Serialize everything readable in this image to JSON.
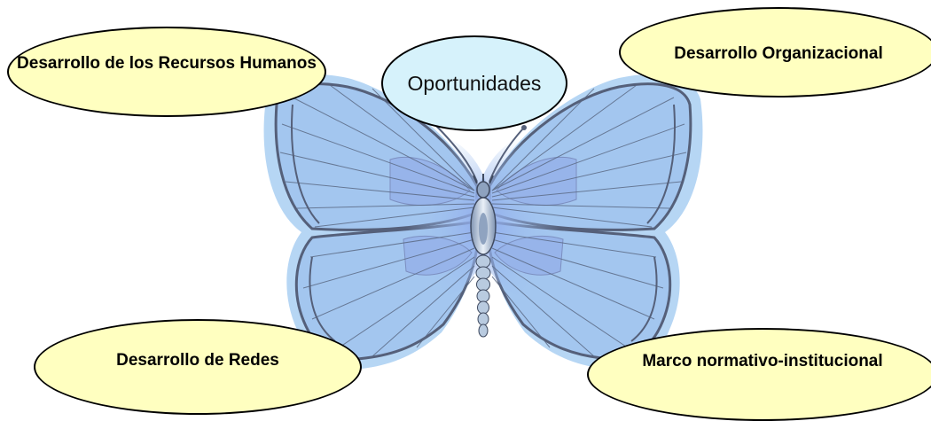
{
  "colors": {
    "bubble_fill": "#ffffc0",
    "center_fill": "#d6f2fb",
    "wing_fill": "#9fc4ee",
    "wing_halo": "#b6d6f4",
    "wing_vein": "#5c6b86",
    "wing_edge": "#55607a",
    "body_fill": "#b9cbe0"
  },
  "butterfly": {
    "icon": "butterfly-illustration"
  },
  "nodes": {
    "center": {
      "label": "Oportunidades"
    },
    "top_left": {
      "label": "Desarrollo de los Recursos Humanos"
    },
    "top_right": {
      "label": "Desarrollo Organizacional"
    },
    "bottom_left": {
      "label": "Desarrollo de Redes"
    },
    "bottom_right": {
      "label": "Marco normativo-institucional"
    }
  }
}
